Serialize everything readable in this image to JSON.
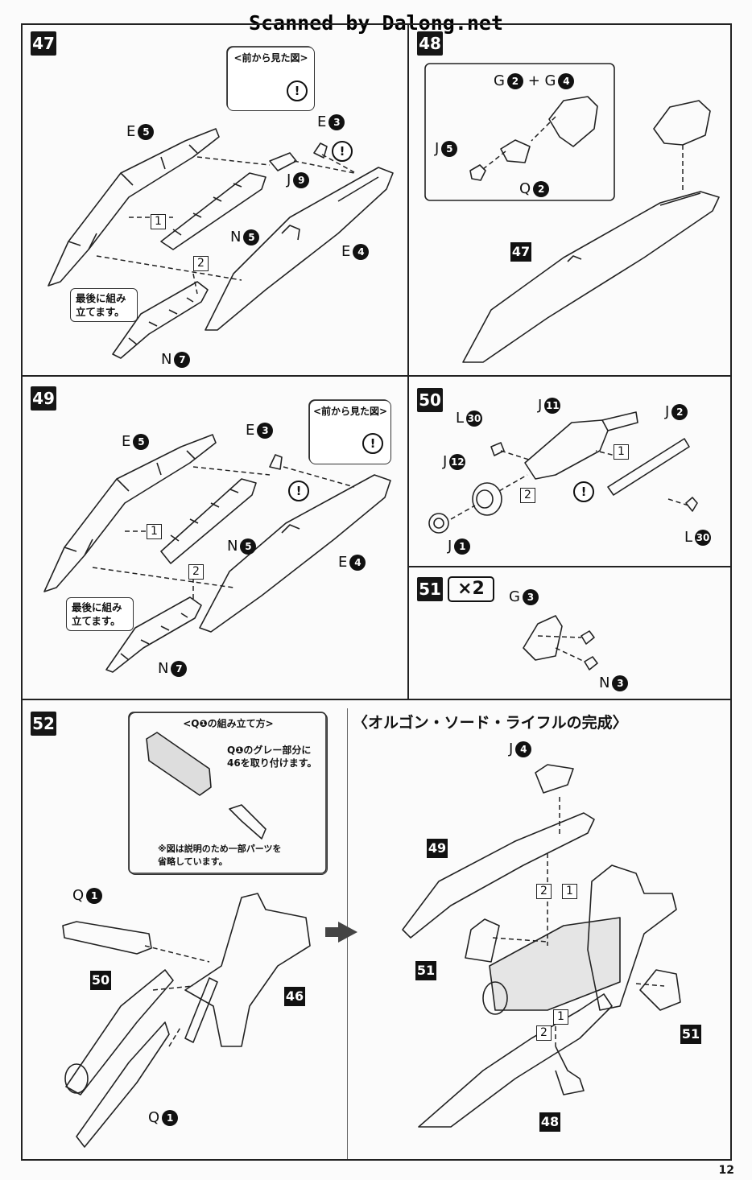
{
  "watermark": "Scanned by Dalong.net",
  "page_number": "12",
  "final_heading": "〈オルゴン・ソード・ライフルの完成〉",
  "steps": {
    "s47": {
      "num": "47",
      "callout_title": "<前から見た図>",
      "note": "最後に組み\n立てます。",
      "labels": {
        "e5": "E",
        "e3": "E",
        "j9": "J",
        "n5": "N",
        "e4": "E",
        "n7": "N"
      },
      "circ": {
        "e5": "5",
        "e3": "3",
        "j9": "9",
        "n5": "5",
        "e4": "4",
        "n7": "7"
      },
      "boxes": [
        "1",
        "2"
      ]
    },
    "s48": {
      "num": "48",
      "labels": {
        "g": "G",
        "plus": "+",
        "g4": "G",
        "j5": "J",
        "q2": "Q"
      },
      "circ": {
        "g2": "2",
        "g4": "4",
        "j5": "5",
        "q2": "2"
      },
      "ref": "47"
    },
    "s49": {
      "num": "49",
      "callout_title": "<前から見た図>",
      "note": "最後に組み\n立てます。",
      "labels": {
        "e5": "E",
        "e3": "E",
        "n5": "N",
        "e4": "E",
        "n7": "N"
      },
      "circ": {
        "e5": "5",
        "e3": "3",
        "n5": "5",
        "e4": "4",
        "n7": "7"
      },
      "boxes": [
        "1",
        "2"
      ]
    },
    "s50": {
      "num": "50",
      "labels": {
        "l30a": "L",
        "j11": "J",
        "j2": "J",
        "j12": "J",
        "j1": "J",
        "l30b": "L"
      },
      "circ": {
        "l30a": "30",
        "j11": "11",
        "j2": "2",
        "j12": "12",
        "j1": "1",
        "l30b": "30"
      },
      "boxes": [
        "1",
        "2"
      ]
    },
    "s51": {
      "num": "51",
      "multiplier": "×2",
      "labels": {
        "g3": "G",
        "n3": "N"
      },
      "circ": {
        "g3": "3",
        "n3": "3"
      }
    },
    "s52": {
      "num": "52",
      "callout_title": "<Q❶の組み立て方>",
      "callout_text1": "Q❶のグレー部分に\n46を取り付けます。",
      "callout_text2": "※図は説明のため一部パーツを\n省略しています。",
      "labels": {
        "q1a": "Q",
        "q1b": "Q"
      },
      "circ": {
        "q1a": "1",
        "q1b": "1"
      },
      "refs": {
        "r50": "50",
        "r46": "46"
      }
    },
    "final": {
      "labels": {
        "j4": "J"
      },
      "circ": {
        "j4": "4"
      },
      "refs": {
        "r49": "49",
        "r51a": "51",
        "r51b": "51",
        "r48": "48"
      },
      "boxes": [
        "2",
        "1",
        "2",
        "1"
      ]
    }
  }
}
